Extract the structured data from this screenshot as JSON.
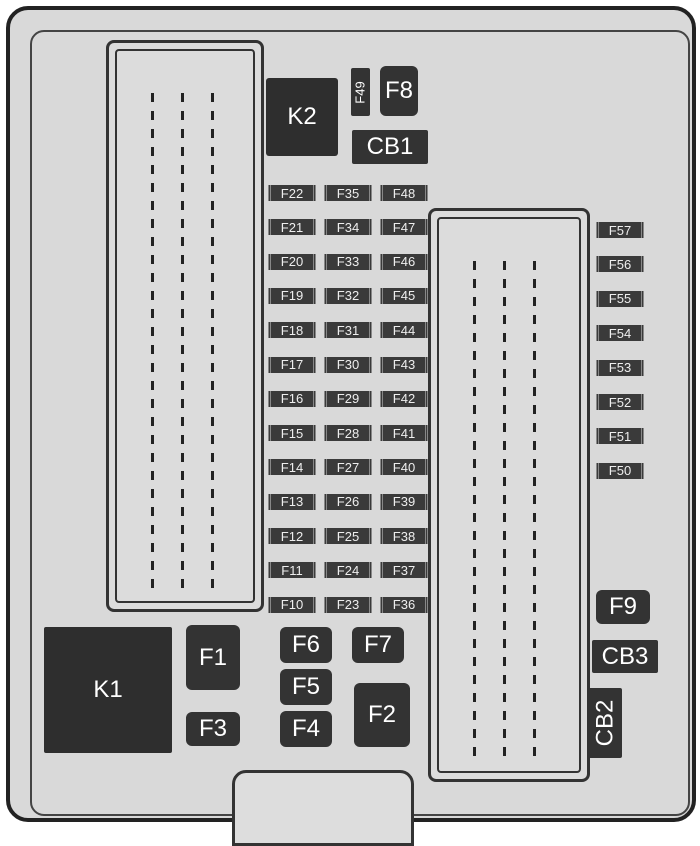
{
  "relays": {
    "k1": "K1",
    "k2": "K2"
  },
  "large_fuses": {
    "f1": "F1",
    "f2": "F2",
    "f3": "F3",
    "f4": "F4",
    "f5": "F5",
    "f6": "F6",
    "f7": "F7",
    "f8": "F8",
    "f9": "F9",
    "f49": "F49"
  },
  "circuit_breakers": {
    "cb1": "CB1",
    "cb2": "CB2",
    "cb3": "CB3"
  },
  "center_fuse_grid": [
    [
      "F22",
      "F35",
      "F48"
    ],
    [
      "F21",
      "F34",
      "F47"
    ],
    [
      "F20",
      "F33",
      "F46"
    ],
    [
      "F19",
      "F32",
      "F45"
    ],
    [
      "F18",
      "F31",
      "F44"
    ],
    [
      "F17",
      "F30",
      "F43"
    ],
    [
      "F16",
      "F29",
      "F42"
    ],
    [
      "F15",
      "F28",
      "F41"
    ],
    [
      "F14",
      "F27",
      "F40"
    ],
    [
      "F13",
      "F26",
      "F39"
    ],
    [
      "F12",
      "F25",
      "F38"
    ],
    [
      "F11",
      "F24",
      "F37"
    ],
    [
      "F10",
      "F23",
      "F36"
    ]
  ],
  "right_fuse_column": [
    "F57",
    "F56",
    "F55",
    "F54",
    "F53",
    "F52",
    "F51",
    "F50"
  ]
}
